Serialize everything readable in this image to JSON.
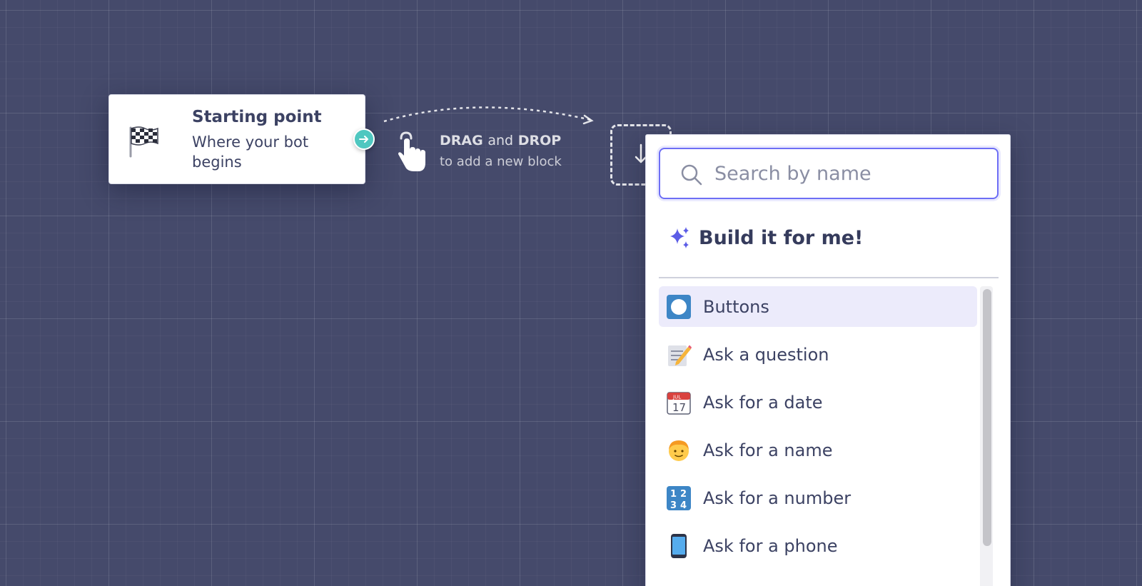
{
  "start_node": {
    "title": "Starting point",
    "subtitle": "Where your bot begins",
    "icon": "checkered-flag-icon"
  },
  "hint": {
    "drag": "DRAG",
    "and": "and",
    "drop": "DROP",
    "line2": "to add a new block"
  },
  "search": {
    "placeholder": "Search by name",
    "value": ""
  },
  "build": {
    "label": "Build it for me!"
  },
  "blocks": [
    {
      "label": "Buttons",
      "icon": "radio-button-icon",
      "selected": true
    },
    {
      "label": "Ask a question",
      "icon": "memo-icon"
    },
    {
      "label": "Ask for a date",
      "icon": "calendar-icon"
    },
    {
      "label": "Ask for a name",
      "icon": "person-icon"
    },
    {
      "label": "Ask for a number",
      "icon": "numbers-icon"
    },
    {
      "label": "Ask for a phone",
      "icon": "mobile-phone-icon"
    }
  ],
  "colors": {
    "canvas": "#454a6b",
    "accent": "#6d6ef5",
    "connector": "#4fc7c0",
    "text": "#3c4263"
  }
}
